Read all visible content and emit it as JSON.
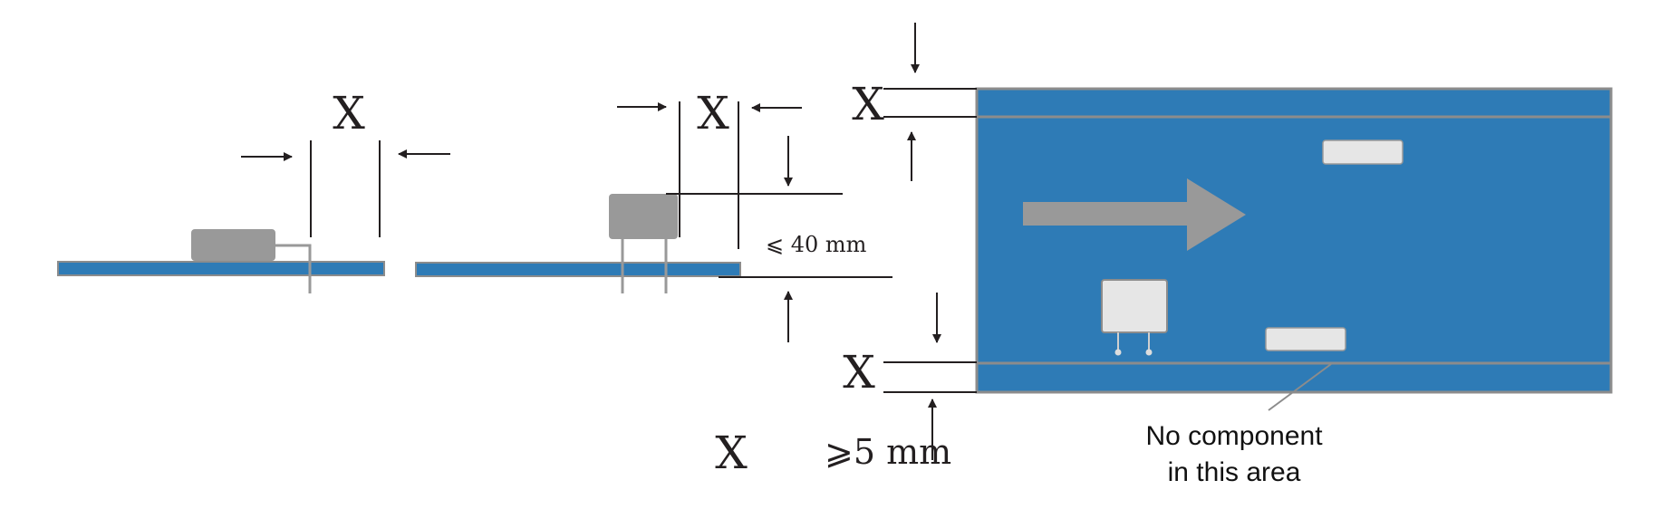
{
  "labels": {
    "x_left": "X",
    "x_middle": "X",
    "x_top": "X",
    "x_bottom": "X",
    "max_height": "⩽ 40 mm",
    "min_x_symbol": "X",
    "min_x_value": "⩾5 mm",
    "no_component_line1": "No component",
    "no_component_line2": "in this area"
  },
  "colors": {
    "board_blue": "#2e7bb6",
    "component_gray": "#999999",
    "edge_gray": "#8c8c8c",
    "chip_white": "#e6e6e6",
    "ink": "#231f20"
  },
  "icons": {
    "arrow": "solid-black-arrowhead",
    "flow": "gray-direction-arrow"
  }
}
